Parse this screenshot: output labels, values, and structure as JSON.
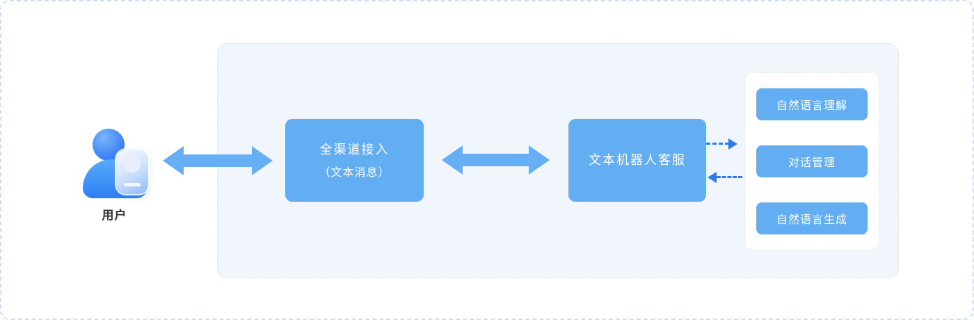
{
  "diagram": {
    "user": {
      "label": "用户"
    },
    "omnichannel_node": {
      "title": "全渠道接入",
      "subtitle": "（文本消息）"
    },
    "bot_node": {
      "label": "文本机器人客服"
    },
    "nlu_group": {
      "items": [
        {
          "label": "自然语言理解"
        },
        {
          "label": "对话管理"
        },
        {
          "label": "自然语言生成"
        }
      ]
    },
    "colors": {
      "node_blue": "#63adf2",
      "arrow_blue": "#66aff5",
      "dashed_arrow_blue": "#2b7bf3",
      "panel_bg": "#f1f5fc",
      "panel_border": "#d9e5f7",
      "group_border": "#dfe8f6",
      "outer_border": "#cfdff5",
      "text_on_blue": "#ffffff",
      "label_text": "#333333"
    }
  }
}
